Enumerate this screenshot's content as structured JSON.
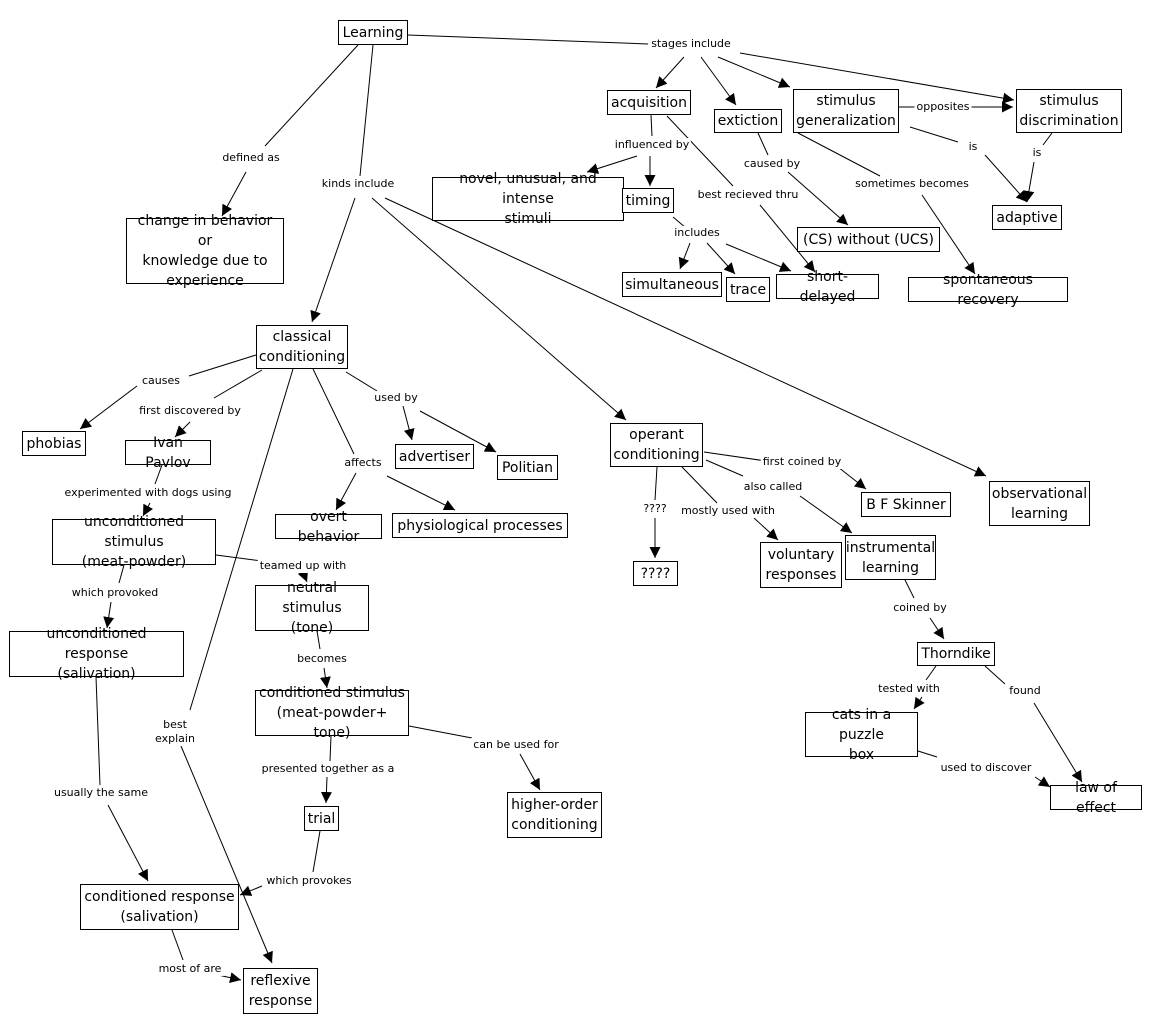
{
  "diagram": {
    "nodes": {
      "learning": "Learning",
      "change": "change in behavior or\nknowledge due to\nexperience",
      "acquisition": "acquisition",
      "extinction": "extiction",
      "stim_gen": "stimulus\ngeneralization",
      "stim_disc": "stimulus\ndiscrimination",
      "novel": "novel, unusual, and intense\nstimuli",
      "timing": "timing",
      "cs_ucs": "(CS) without (UCS)",
      "adaptive": "adaptive",
      "simultaneous": "simultaneous",
      "trace": "trace",
      "short_delayed": "short-delayed",
      "spont": "spontaneous recovery",
      "classical": "classical\nconditioning",
      "phobias": "phobias",
      "pavlov": "Ivan Pavlov",
      "advertiser": "advertiser",
      "politian": "Politian",
      "overt": "overt behavior",
      "physio": "physiological processes",
      "ucs": "unconditioned stimulus\n(meat-powder)",
      "ucr": "unconditioned response\n(salivation)",
      "neutral": "neutral stimulus\n(tone)",
      "cs": "conditioned stimulus\n(meat-powder+ tone)",
      "trial": "trial",
      "higher": "higher-order\nconditioning",
      "cr": "conditioned response\n(salivation)",
      "reflexive": "reflexive\nresponse",
      "operant": "operant\nconditioning",
      "unknown": "????",
      "voluntary": "voluntary\nresponses",
      "instrumental": "instrumental\nlearning",
      "skinner": "B F Skinner",
      "observational": "observational\nlearning",
      "thorndike": "Thorndike",
      "cats": "cats in a puzzle\nbox",
      "law_effect": "law of effect"
    },
    "labels": {
      "stages_include": "stages include",
      "defined_as": "defined as",
      "kinds_include": "kinds include",
      "influenced_by": "influenced by",
      "caused_by": "caused by",
      "best_received_thru": "best recieved thru",
      "sometimes_becomes": "sometimes becomes",
      "opposites": "opposites",
      "is_1": "is",
      "is_2": "is",
      "includes": "includes",
      "causes": "causes",
      "first_discovered_by": "first discovered by",
      "used_by": "used by",
      "affects": "affects",
      "experimented_with": "experimented with dogs using",
      "which_provoked": "which provoked",
      "teamed_up_with": "teamed up with",
      "becomes": "becomes",
      "presented_together": "presented together as a",
      "can_be_used_for": "can be used for",
      "which_provokes": "which provokes",
      "best_explain": "best\nexplain",
      "usually_same": "usually the same",
      "most_of_are": "most of are",
      "q_mark": "????",
      "mostly_used_with": "mostly used with",
      "first_coined_by": "first coined by",
      "also_called": "also called",
      "coined_by": "coined by",
      "tested_with": "tested with",
      "found": "found",
      "used_to_discover": "used to discover"
    }
  }
}
